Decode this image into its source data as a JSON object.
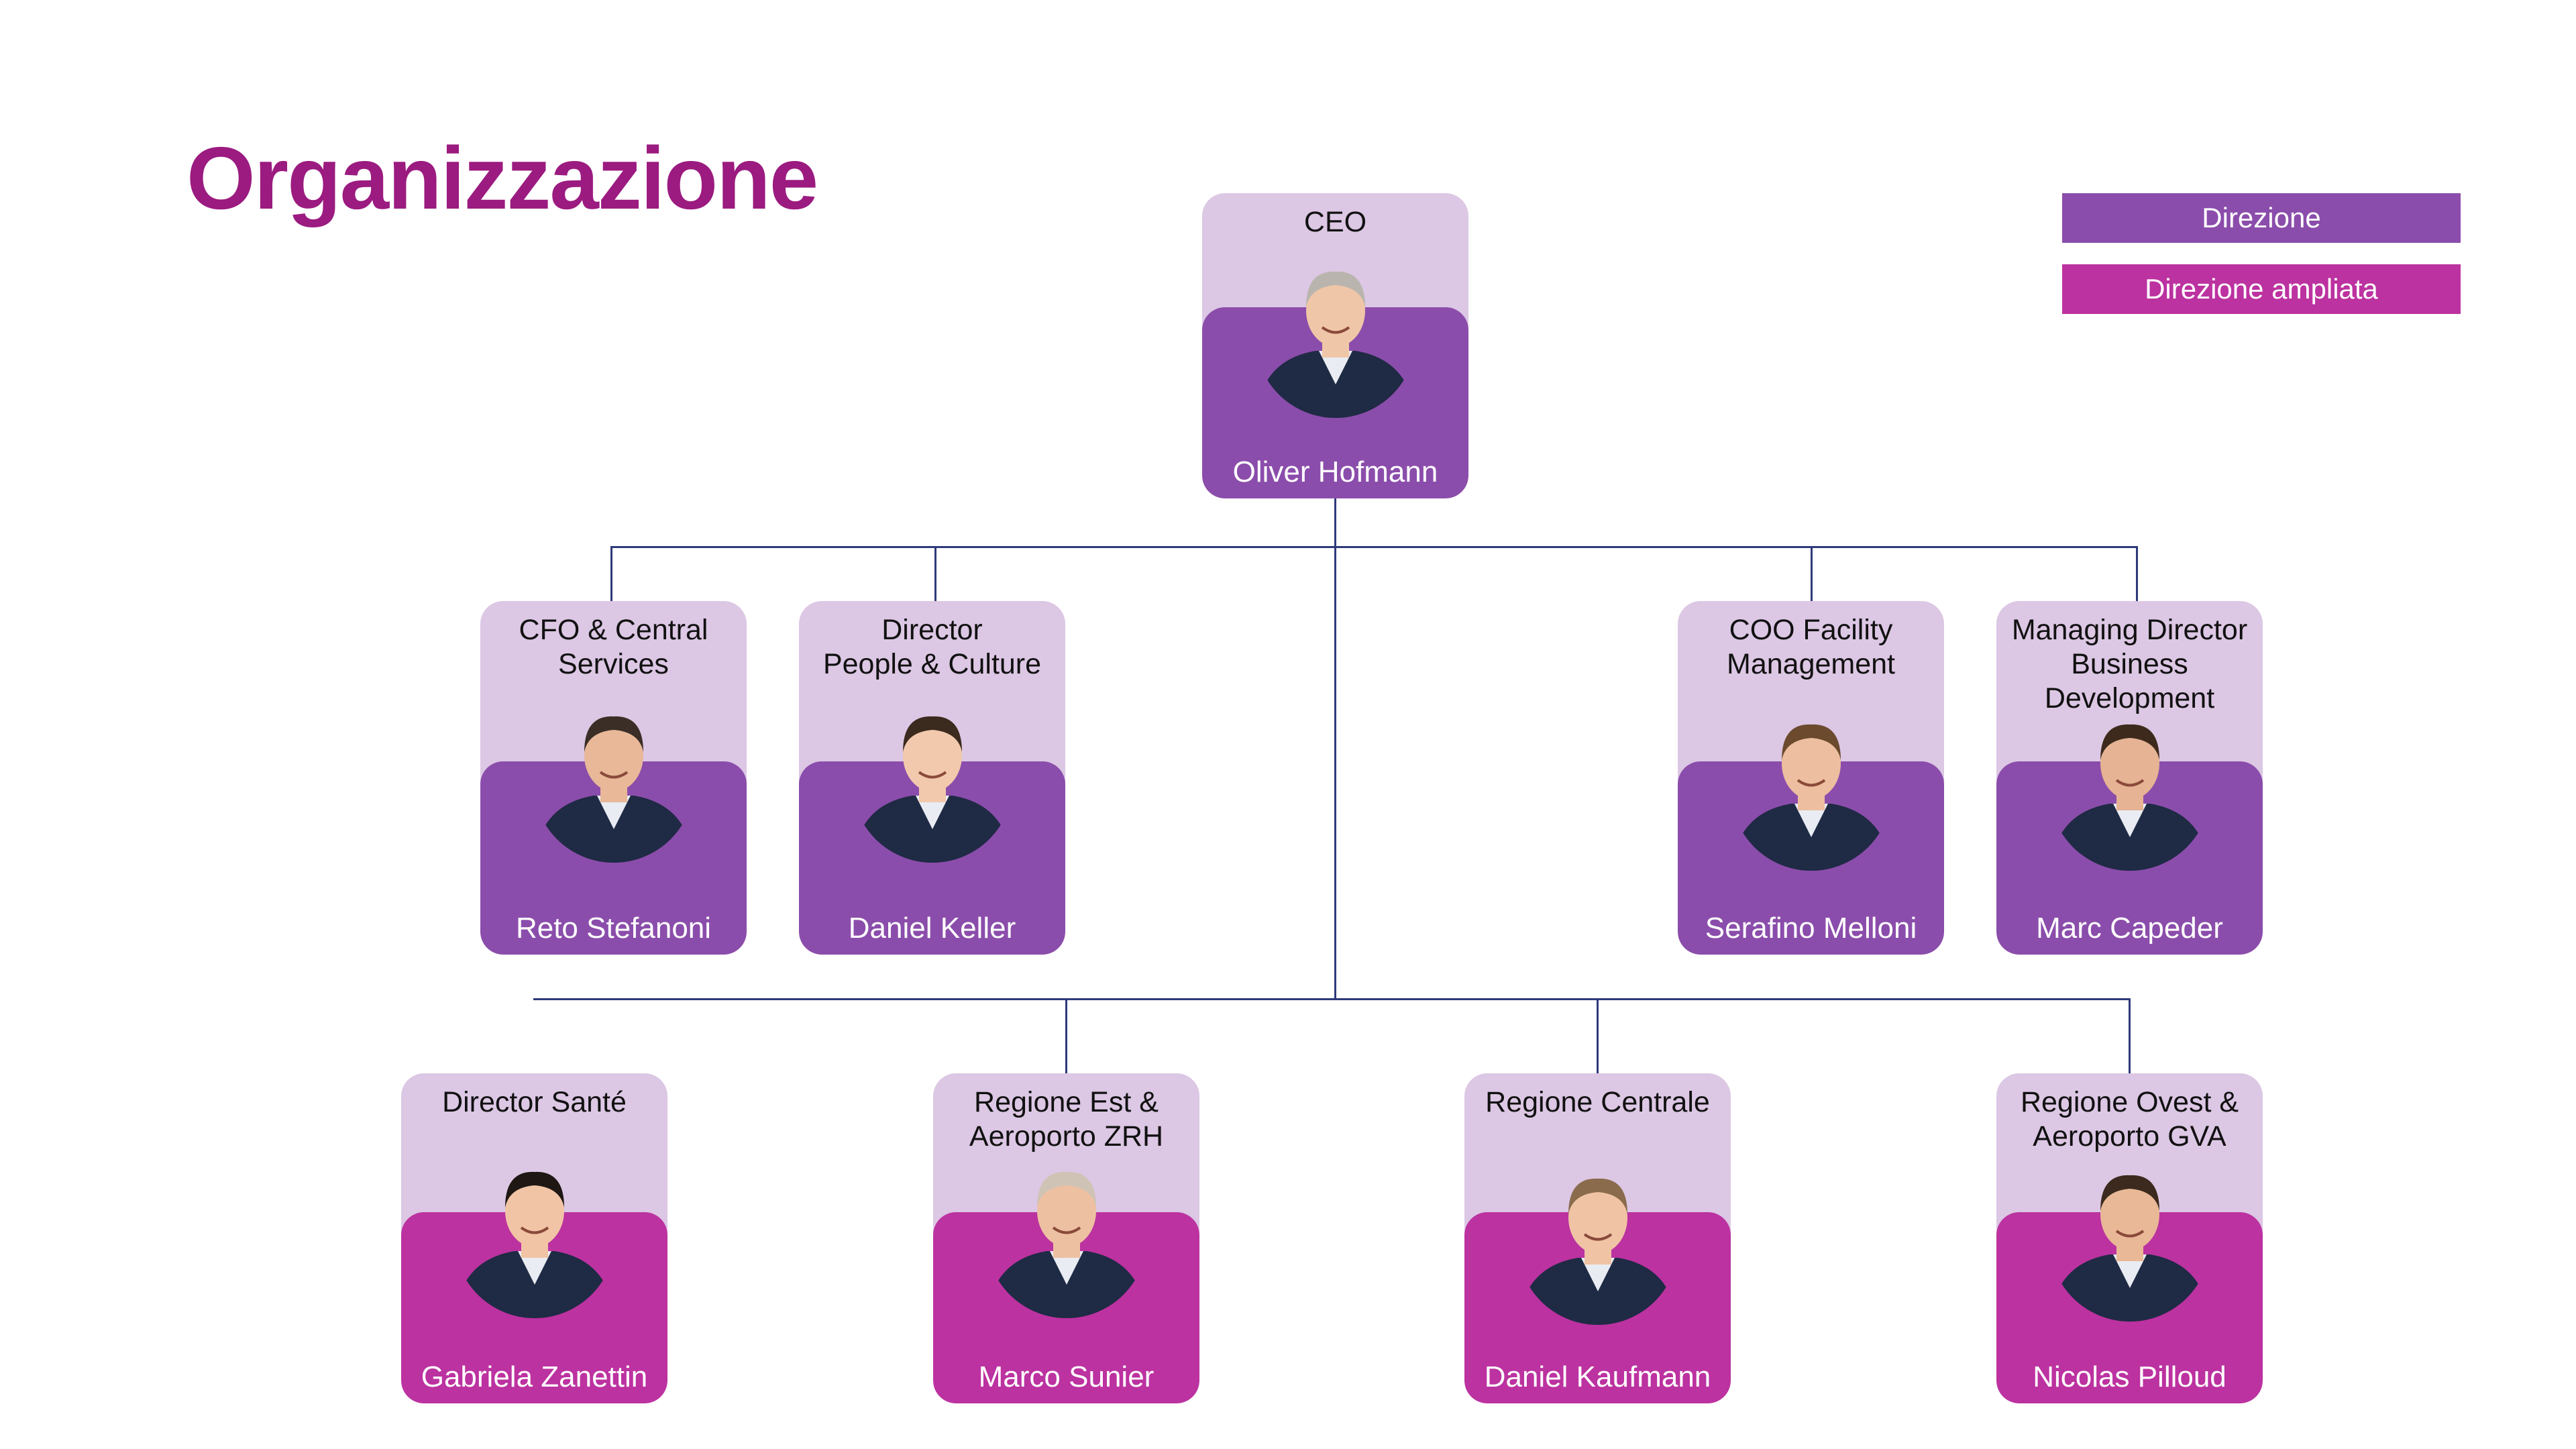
{
  "title": "Organizzazione",
  "legend": [
    {
      "label": "Direzione",
      "color": "#8b4dab"
    },
    {
      "label": "Direzione ampliata",
      "color": "#bc32a0"
    }
  ],
  "colors": {
    "card_top": "#dcc7e4",
    "direzione": "#8b4dab",
    "direzione_ampliata": "#bc32a0",
    "connector": "#2e3a7a",
    "title": "#9b1b80"
  },
  "people": [
    {
      "role": "CEO",
      "name": "Oliver Hofmann",
      "group": "direzione"
    },
    {
      "role": "CFO & Central\nServices",
      "name": "Reto Stefanoni",
      "group": "direzione"
    },
    {
      "role": "Director\nPeople & Culture",
      "name": "Daniel Keller",
      "group": "direzione"
    },
    {
      "role": "COO Facility\nManagement",
      "name": "Serafino Melloni",
      "group": "direzione"
    },
    {
      "role": "Managing Director\nBusiness\nDevelopment",
      "name": "Marc Capeder",
      "group": "direzione"
    },
    {
      "role": "Director Santé",
      "name": "Gabriela Zanettin",
      "group": "direzione_ampliata"
    },
    {
      "role": "Regione Est &\nAeroporto ZRH",
      "name": "Marco Sunier",
      "group": "direzione_ampliata"
    },
    {
      "role": "Regione Centrale",
      "name": "Daniel Kaufmann",
      "group": "direzione_ampliata"
    },
    {
      "role": "Regione Ovest &\nAeroporto GVA",
      "name": "Nicolas Pilloud",
      "group": "direzione_ampliata"
    }
  ]
}
